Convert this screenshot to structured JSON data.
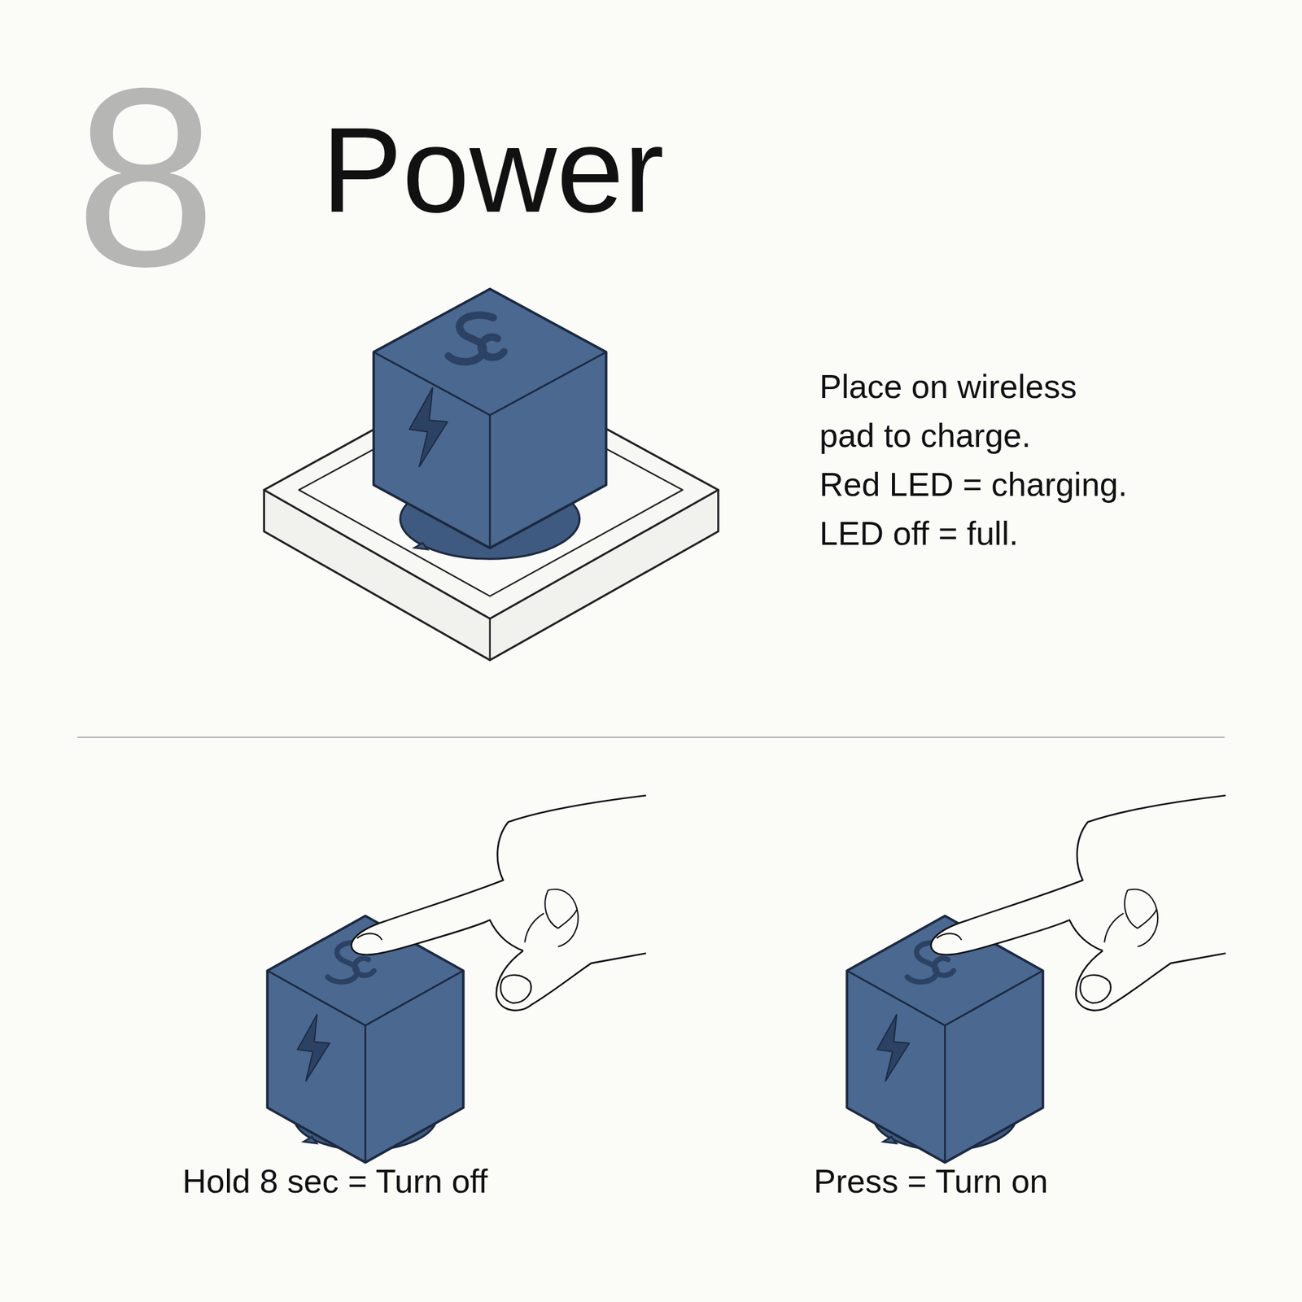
{
  "diagram": {
    "title": "Power",
    "labels": [
      "8",
      "Place on wireless pad to charge.",
      "Red LED = charging.",
      "LED off = full.",
      "Hold 8 sec = Turn off",
      "Press = Turn on"
    ]
  }
}
